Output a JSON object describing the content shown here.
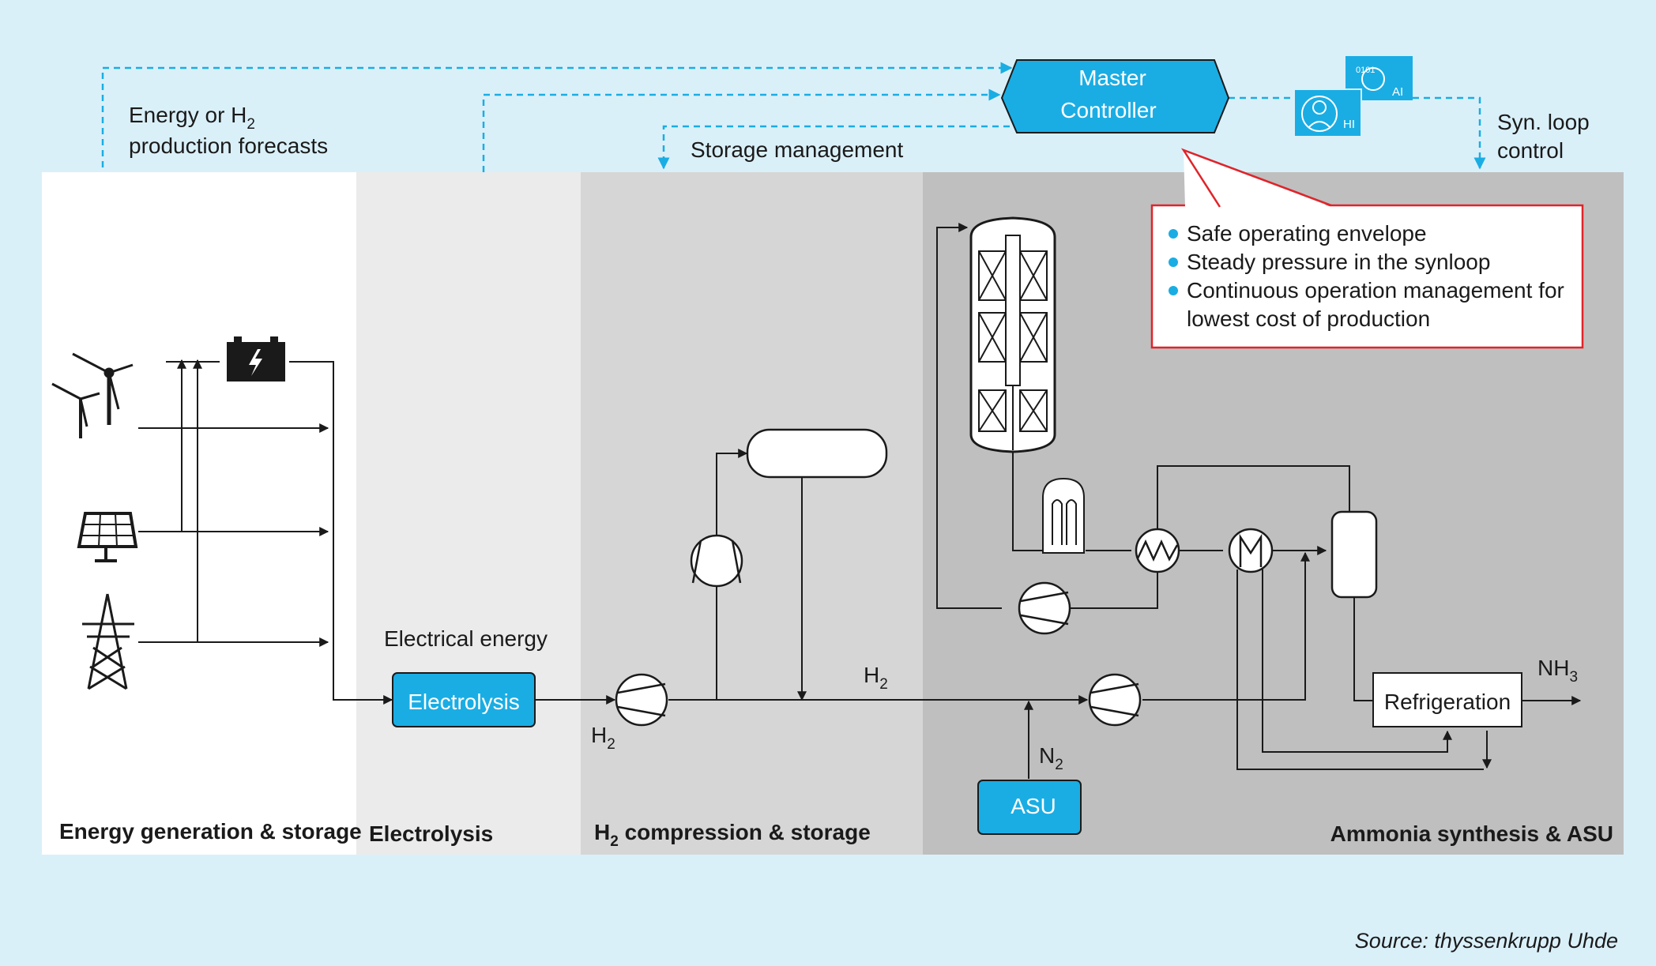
{
  "colors": {
    "background": "#daf0f9",
    "accent": "#1aade4",
    "panel_energy": "#ffffff",
    "panel_electrolysis": "#ebebeb",
    "panel_compression": "#d6d6d6",
    "panel_ammonia": "#bfbfbf",
    "callout_border": "#e0242a",
    "line": "#1a1a1a"
  },
  "master_controller": {
    "line1": "Master",
    "line2": "Controller"
  },
  "ai_badges": {
    "ai": "AI",
    "hi": "HI",
    "binary": "0101"
  },
  "labels": {
    "forecast_line1": "Energy or H",
    "forecast_sub": "2",
    "forecast_line2": "production forecasts",
    "storage_management": "Storage management",
    "synloop_line1": "Syn. loop",
    "synloop_line2": "control",
    "electrical_energy": "Electrical energy",
    "h2_main": "H",
    "h2_main_sub": "2",
    "h2_compressor": "H",
    "h2_compressor_sub": "2",
    "n2": "N",
    "n2_sub": "2",
    "nh3": "NH",
    "nh3_sub": "3"
  },
  "callout": {
    "items": [
      "Safe operating envelope",
      "Steady pressure in the synloop",
      "Continuous operation management for",
      "lowest cost of production"
    ]
  },
  "boxes": {
    "electrolysis": "Electrolysis",
    "asu": "ASU",
    "refrigeration": "Refrigeration"
  },
  "sections": {
    "energy": "Energy generation & storage",
    "electrolysis": "Electrolysis",
    "compression_prefix": "H",
    "compression_sub": "2",
    "compression_suffix": " compression & storage",
    "ammonia": "Ammonia synthesis & ASU"
  },
  "source": "Source: thyssenkrupp Uhde"
}
